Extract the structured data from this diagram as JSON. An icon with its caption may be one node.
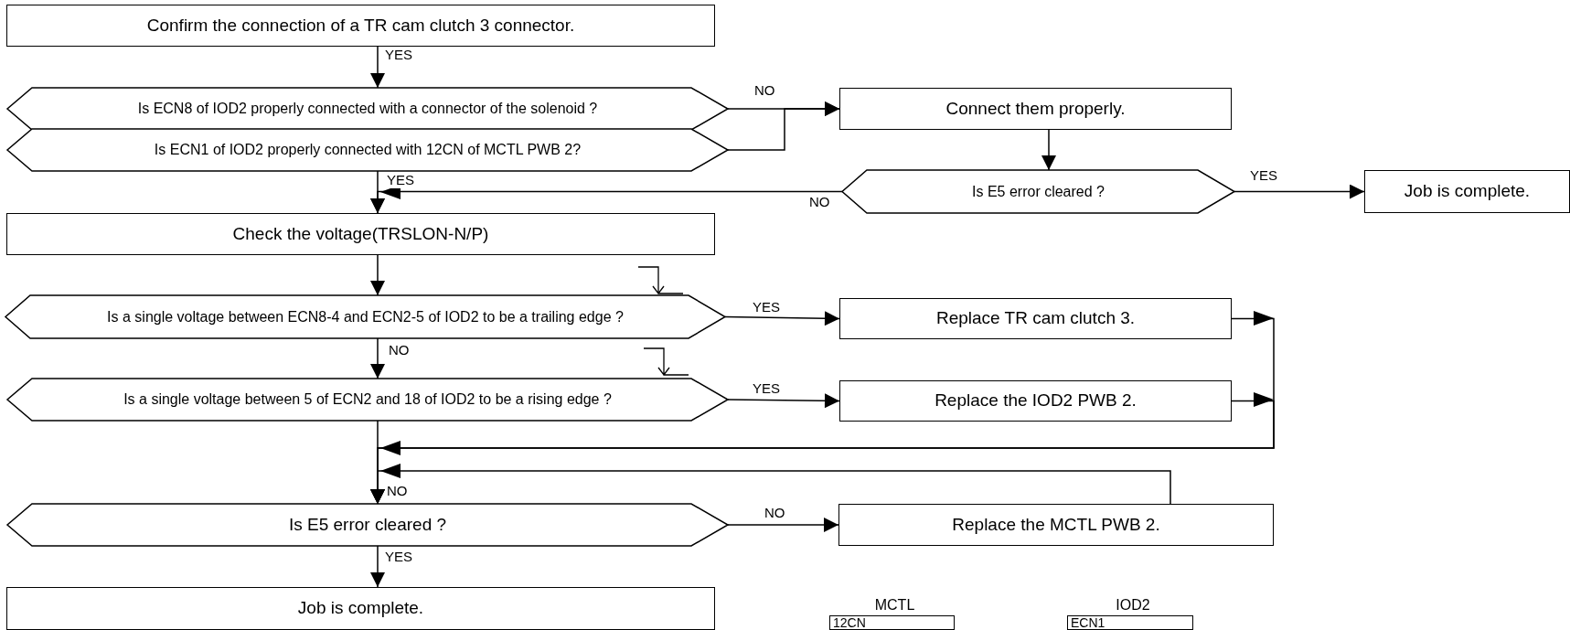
{
  "diagram": {
    "nodes": [
      {
        "text": [
          "Confirm the connection of a TR cam clutch 3 connector."
        ]
      },
      {
        "text": [
          "Is ECN8 of IOD2 properly connected with a connector of the solenoid ?"
        ]
      },
      {
        "text": [
          "Is ECN1 of IOD2 properly connected with 12CN of MCTL PWB 2?"
        ]
      },
      {
        "text": [
          "Connect them properly."
        ]
      },
      {
        "text": [
          "Is E5 error cleared ?"
        ]
      },
      {
        "text": [
          "Job is complete."
        ]
      },
      {
        "text": [
          "Check the voltage(TRSLON-N/P)"
        ]
      },
      {
        "text": [
          "Is a single voltage between ECN8-4 and ECN2-5 of IOD2 to be a trailing edge ?"
        ]
      },
      {
        "text": [
          "Replace TR cam clutch 3."
        ]
      },
      {
        "text": [
          "Is a single voltage between 5 of ECN2 and 18 of IOD2 to be a rising edge ?"
        ]
      },
      {
        "text": [
          "Replace the IOD2 PWB 2."
        ]
      },
      {
        "text": [
          "Is E5 error cleared ?"
        ]
      },
      {
        "text": [
          "Replace the MCTL PWB 2."
        ]
      },
      {
        "text": [
          "Job is complete."
        ]
      },
      {
        "text": [
          "MCTL",
          "12CN"
        ]
      },
      {
        "text": [
          "IOD2",
          "ECN1"
        ]
      }
    ],
    "edges": [
      {
        "from": 0,
        "to": 1,
        "arrow": "to",
        "label": "YES"
      },
      {
        "from": 1,
        "to": 3,
        "arrow": "to",
        "label": "NO"
      },
      {
        "from": 2,
        "to": 3,
        "arrow": "to"
      },
      {
        "from": 2,
        "to": 6,
        "arrow": "to",
        "label": "YES"
      },
      {
        "from": 3,
        "to": 4,
        "arrow": "to"
      },
      {
        "from": 4,
        "to": 5,
        "arrow": "to",
        "label": "YES"
      },
      {
        "from": 4,
        "to": 6,
        "arrow": "to",
        "label": "NO"
      },
      {
        "from": 6,
        "to": 7,
        "arrow": "to"
      },
      {
        "from": 7,
        "to": 8,
        "arrow": "to",
        "label": "YES"
      },
      {
        "from": 7,
        "to": 9,
        "arrow": "to",
        "label": "NO"
      },
      {
        "from": 9,
        "to": 10,
        "arrow": "to",
        "label": "YES"
      },
      {
        "from": 8,
        "to": 11,
        "arrow": "to"
      },
      {
        "from": 10,
        "to": 11,
        "arrow": "to"
      },
      {
        "from": 9,
        "to": 11,
        "arrow": "to",
        "label": "NO"
      },
      {
        "from": 11,
        "to": 12,
        "arrow": "to",
        "label": "NO"
      },
      {
        "from": 12,
        "to": 11,
        "arrow": "to"
      },
      {
        "from": 11,
        "to": 13,
        "arrow": "to",
        "label": "YES"
      }
    ]
  }
}
